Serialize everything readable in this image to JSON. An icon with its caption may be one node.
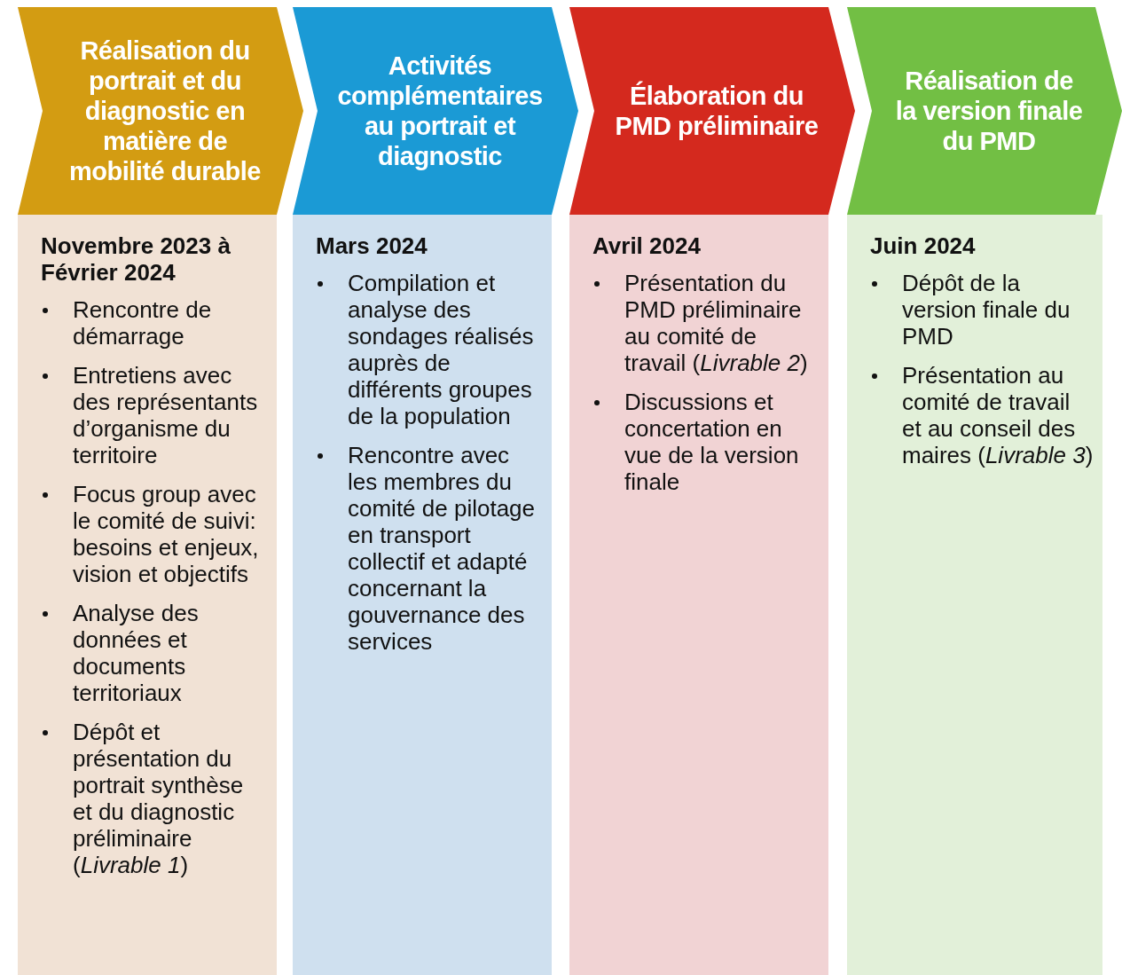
{
  "diagram": {
    "nodes": [
      {
        "text": [
          "Réalisation du portrait et du diagnostic en matière de mobilité durable"
        ]
      },
      {
        "text": [
          "Activités complémentaires au portrait et diagnostic"
        ]
      },
      {
        "text": [
          "Élaboration du PMD préliminaire"
        ]
      },
      {
        "text": [
          "Réalisation de la version finale du PMD"
        ]
      },
      {
        "text": [
          "Novembre 2023 à Février 2024",
          "Rencontre de démarrage",
          "Entretiens avec des représentants d’organisme du territoire",
          "Focus group avec le comité de suivi: besoins et enjeux, vision et objectifs",
          "Analyse des données et documents territoriaux",
          "Dépôt et présentation du portrait synthèse et du diagnostic préliminaire (*Livrable 1*)"
        ]
      },
      {
        "text": [
          "Mars 2024",
          "Compilation et analyse des sondages réalisés auprès de différents groupes de la population",
          "Rencontre avec les membres du comité de pilotage en transport collectif et adapté concernant la gouvernance des services"
        ]
      },
      {
        "text": [
          "Avril 2024",
          "Présentation du PMD préliminaire au comité de travail (*Livrable 2*)",
          "Discussions et concertation en vue de la version finale"
        ]
      },
      {
        "text": [
          "Juin 2024",
          "Dépôt de la version finale du PMD",
          "Présentation au comité de travail et au conseil des maires (*Livrable 3*)"
        ]
      }
    ]
  }
}
